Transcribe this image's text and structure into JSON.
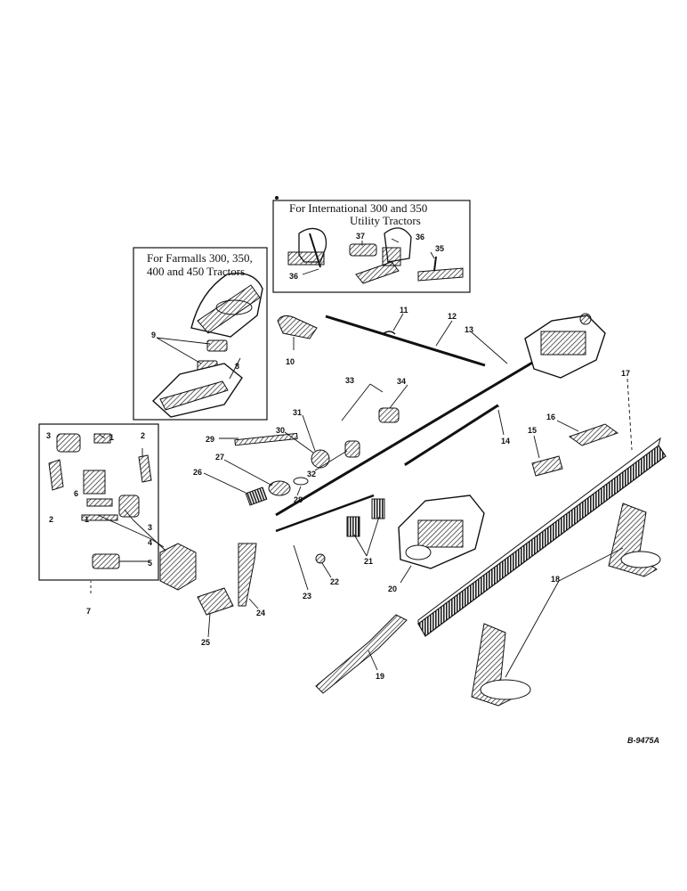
{
  "boxes": {
    "international": {
      "line1": "For International 300 and 350",
      "line2": "Utility Tractors"
    },
    "farmall": {
      "line1": "For Farmalls 300, 350,",
      "line2": "400 and 450 Tractors"
    }
  },
  "figure_code": "B-9475A",
  "callouts": {
    "n1": "1",
    "n2": "2",
    "n3": "3",
    "n4": "4",
    "n5": "5",
    "n6": "6",
    "n7": "7",
    "n8": "8",
    "n9": "9",
    "n10": "10",
    "n11": "11",
    "n12": "12",
    "n13": "13",
    "n14": "14",
    "n15": "15",
    "n16": "16",
    "n17": "17",
    "n18": "18",
    "n19": "19",
    "n20": "20",
    "n21": "21",
    "n22": "22",
    "n23": "23",
    "n24": "24",
    "n25": "25",
    "n26": "26",
    "n27": "27",
    "n28": "28",
    "n29": "29",
    "n30": "30",
    "n31": "31",
    "n32": "32",
    "n33": "33",
    "n34": "34",
    "n35": "35",
    "n36": "36",
    "n37": "37"
  }
}
